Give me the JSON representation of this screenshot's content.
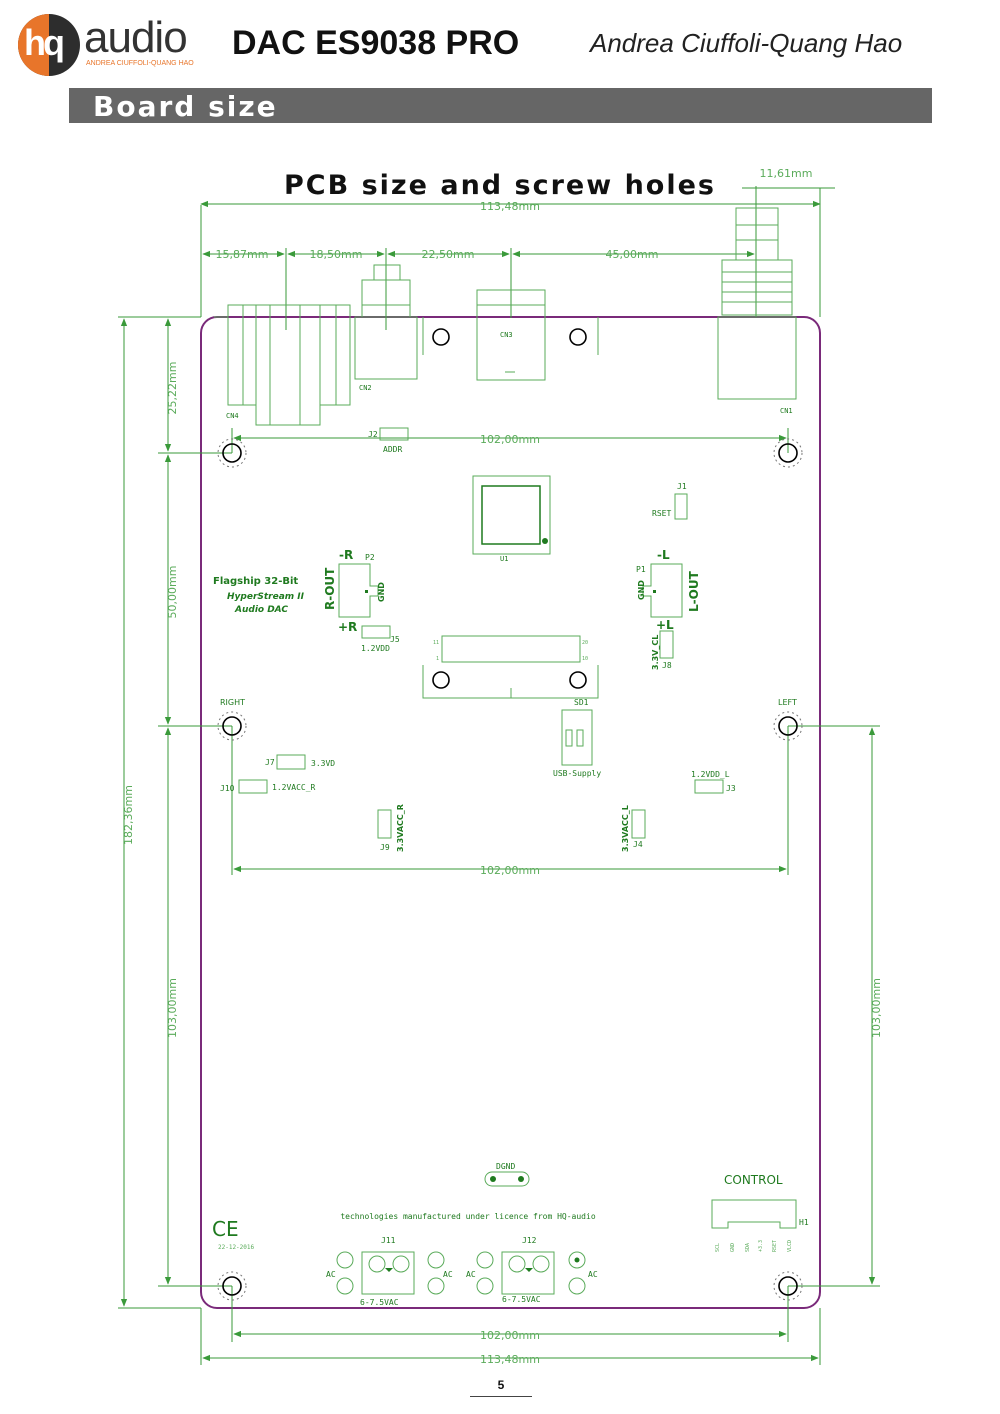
{
  "header": {
    "logo_mark": "hq",
    "logo_text": "audio",
    "logo_subtitle": "ANDREA CIUFFOLI-QUANG HAO",
    "title": "DAC ES9038 PRO",
    "author": "Andrea Ciuffoli-Quang Hao"
  },
  "section": {
    "title": "Board size"
  },
  "drawing": {
    "title": "PCB size and screw holes",
    "dims": {
      "total_width": "113,48mm",
      "jack_offset": "11,61mm",
      "d1": "15,87mm",
      "d2": "18,50mm",
      "d3": "22,50mm",
      "d4": "45,00mm",
      "top_hole_offset": "25,22mm",
      "hole_spacing_top": "102,00mm",
      "hole_vertical_1": "50,00mm",
      "total_height": "182,36mm",
      "hole_spacing_mid": "102,00mm",
      "hole_vertical_2": "103,00mm",
      "hole_vertical_right": "103,00mm",
      "hole_spacing_bottom": "102,00mm",
      "total_width_bottom": "113,48mm"
    },
    "labels": {
      "cn4": "CN4",
      "cn2": "CN2",
      "cn3": "CN3",
      "cn1": "CN1",
      "j2": "J2",
      "addr": "ADDR",
      "j1": "J1",
      "rset": "RSET",
      "u1": "U1",
      "flagship": "Flagship 32-Bit",
      "hyperstream": "HyperStream II",
      "audio_dac": "Audio DAC",
      "minus_r": "-R",
      "p2": "P2",
      "r_out": "R-OUT",
      "gnd_r": "GND",
      "plus_r": "+R",
      "j5": "J5",
      "v12_vdd": "1.2VDD",
      "minus_l": "-L",
      "p1": "P1",
      "gnd_l": "GND",
      "l_out": "L-OUT",
      "plus_l": "+L",
      "v33_cl": "3.3V_CL",
      "j8": "J8",
      "pin11": "11",
      "pin20": "20",
      "pin1": "1",
      "pin10": "10",
      "sd1": "SD1",
      "usb_supply": "USB-Supply",
      "right": "RIGHT",
      "left": "LEFT",
      "j7": "J7",
      "v33_vd": "3.3VD",
      "j10": "J10",
      "v12_vacc_r": "1.2VACC_R",
      "v12_vdd_l": "1.2VDD_L",
      "j3": "J3",
      "v33_vacc_r": "3.3VACC_R",
      "j9": "J9",
      "v33_vacc_l": "3.3VACC_L",
      "j4": "J4",
      "dgnd": "DGND",
      "control": "CONTROL",
      "h1": "H1",
      "licence": "technologies manufactured under licence from HQ-audio",
      "ce": "CE",
      "date": "22-12-2016",
      "j11": "J11",
      "j12": "J12",
      "ac1": "AC",
      "ac2": "AC",
      "ac3": "AC",
      "ac4": "AC",
      "vac1": "6-7.5VAC",
      "vac2": "6-7.5VAC",
      "ctrl_pins": [
        "SCL",
        "GND",
        "SDA",
        "+3.3",
        "RSET",
        "VLCD"
      ]
    }
  },
  "footer": {
    "page_number": "5"
  },
  "colors": {
    "dimension": "#3a9a3a",
    "silkscreen": "#1f7a1f",
    "outline": "#7a2a7a",
    "section_bar": "#666666",
    "logo_orange": "#e8752a"
  }
}
